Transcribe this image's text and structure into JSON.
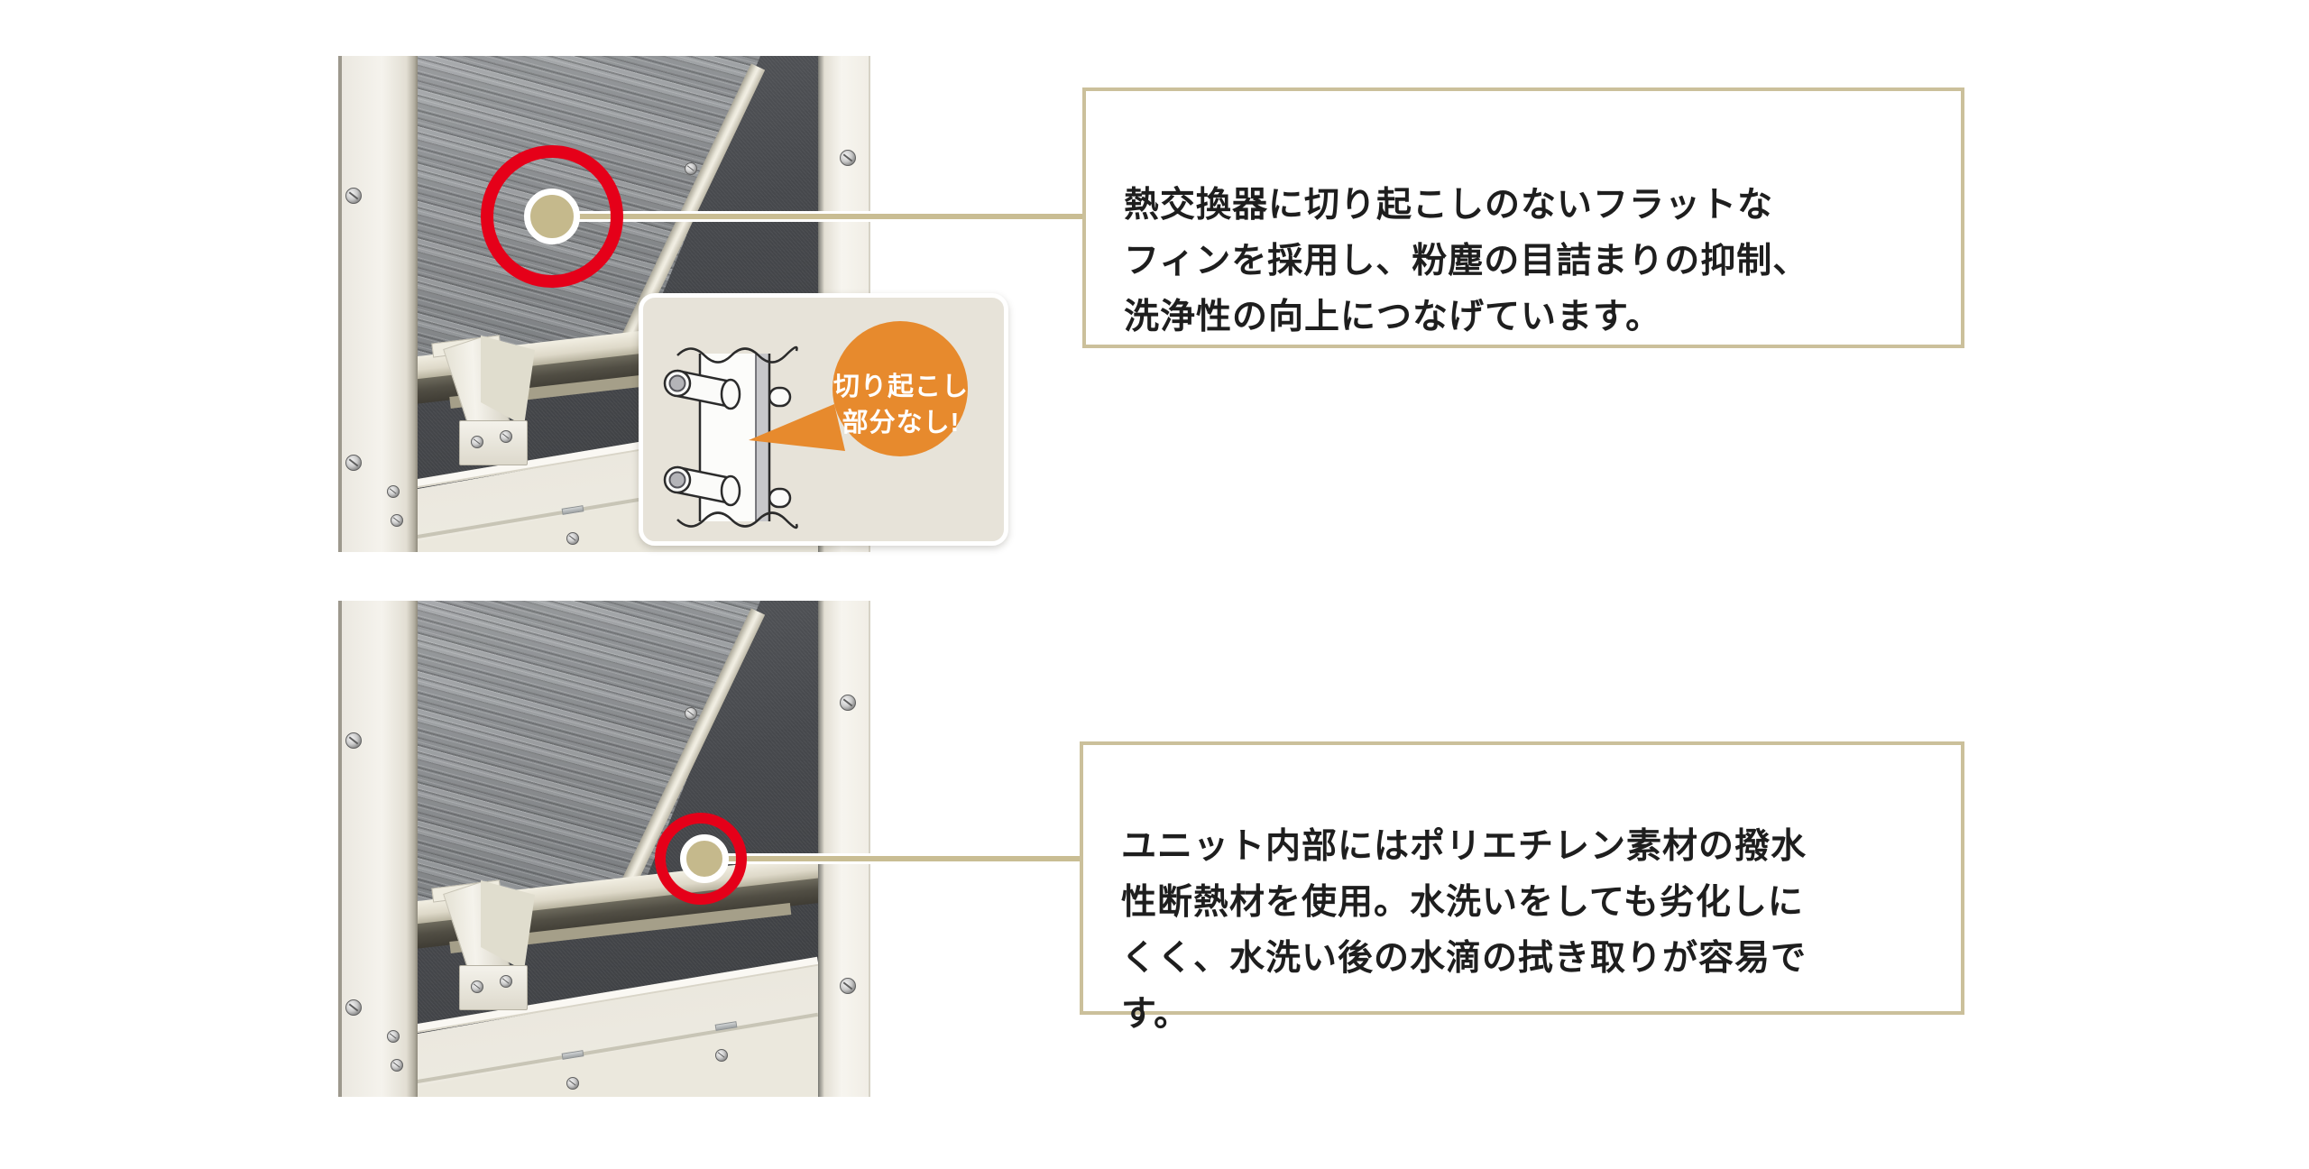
{
  "page": {
    "background": "#ffffff"
  },
  "colors": {
    "accent_red": "#e50019",
    "callout_border": "#cbc09b",
    "connector_line": "#c9bd93",
    "marker_dot": "#c5b98c",
    "bubble_orange": "#e78a2d",
    "inset_background": "#e7e3d9",
    "body_text": "#1e1e1e"
  },
  "callouts": {
    "flat_fin": {
      "text": "熱交換器に切り起こしのないフラットな\nフィンを採用し、粉塵の目詰まりの抑制、\n洗浄性の向上につなげています。"
    },
    "insulation": {
      "text": "ユニット内部にはポリエチレン素材の撥水\n性断熱材を使用。水洗いをしても劣化しに\nくく、水洗い後の水滴の拭き取りが容易で\nす。"
    }
  },
  "inset": {
    "bubble": {
      "line1": "切り起こし",
      "line2": "部分なし!"
    }
  }
}
